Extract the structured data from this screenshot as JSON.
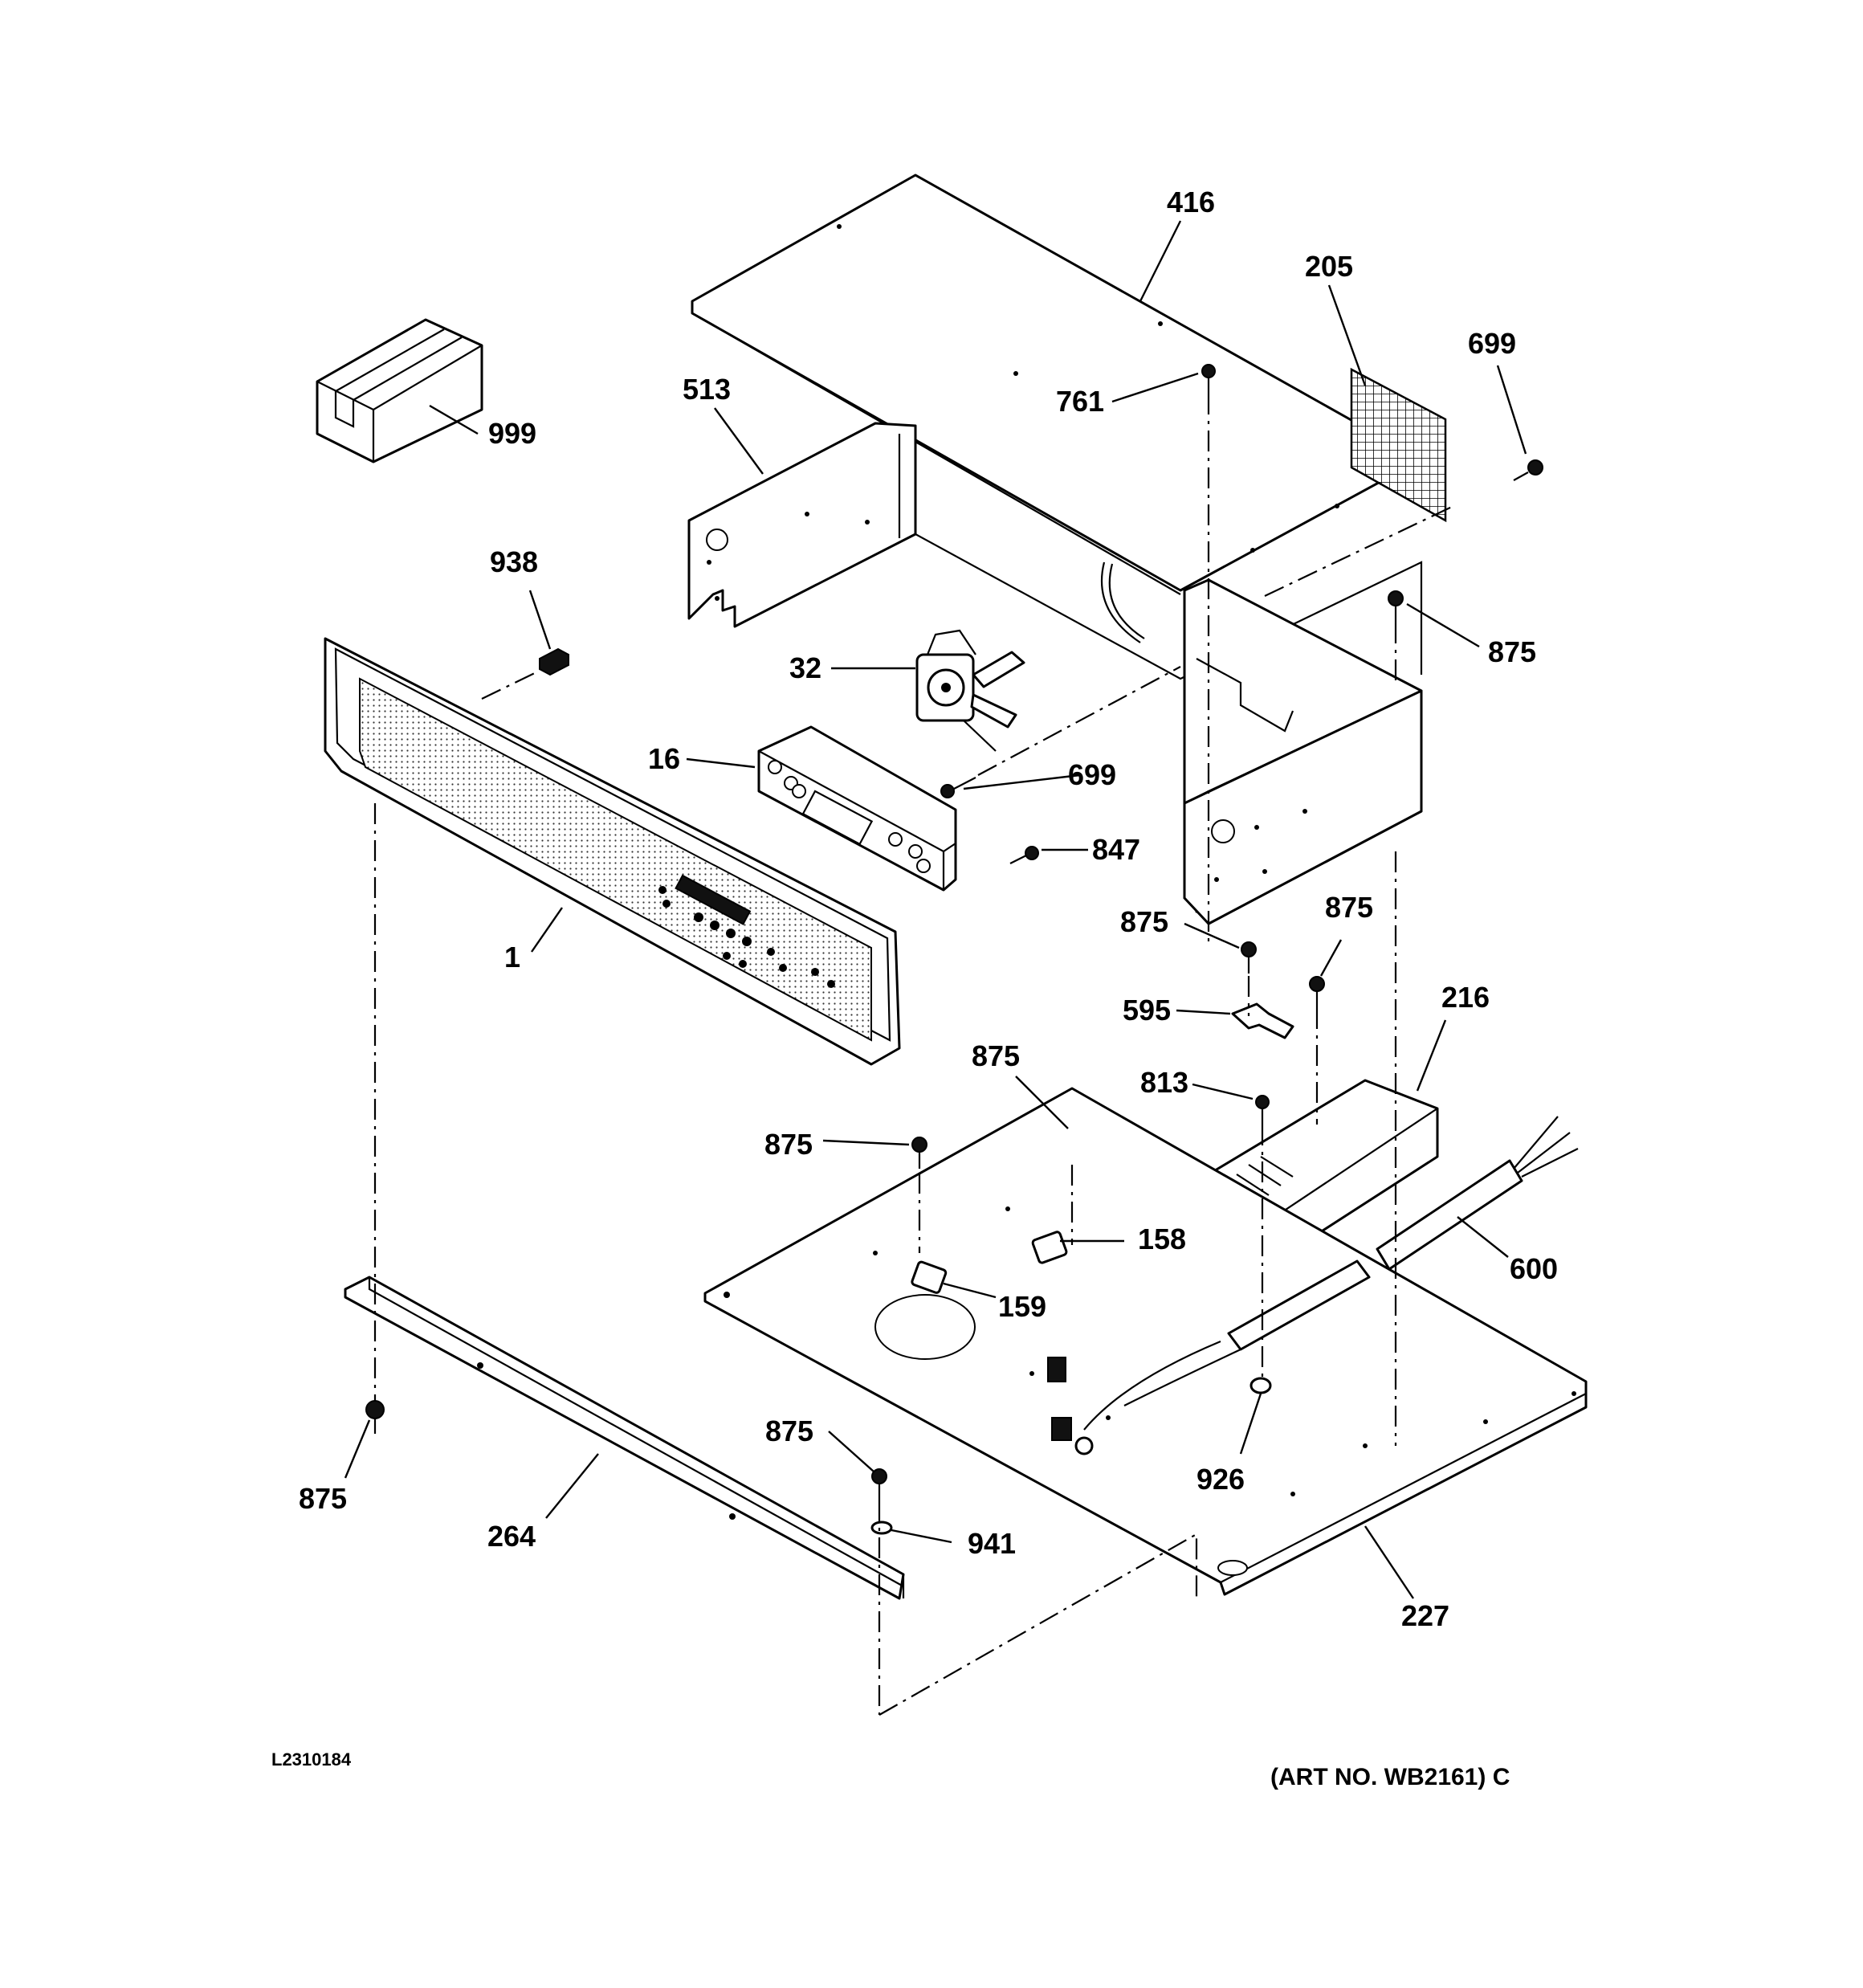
{
  "diagram": {
    "drawing_number": "L2310184",
    "art_number": "(ART NO. WB2161) C",
    "callouts": [
      "416",
      "205",
      "699",
      "513",
      "761",
      "999",
      "938",
      "875",
      "32",
      "16",
      "699",
      "847",
      "1",
      "875",
      "875",
      "595",
      "216",
      "875",
      "813",
      "875",
      "158",
      "600",
      "159",
      "875",
      "926",
      "875",
      "264",
      "941",
      "227"
    ]
  }
}
